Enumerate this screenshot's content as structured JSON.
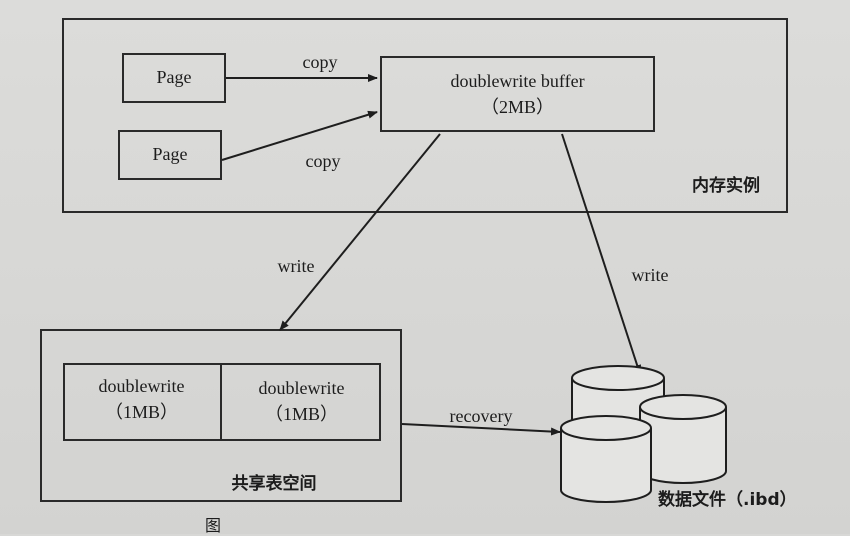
{
  "memory_instance": {
    "label": "内存实例",
    "page_top": "Page",
    "page_bottom": "Page",
    "buffer_title": "doublewrite buffer",
    "buffer_size": "（2MB）"
  },
  "shared_tablespace": {
    "label": "共享表空间",
    "cell_left_title": "doublewrite",
    "cell_left_size": "（1MB）",
    "cell_right_title": "doublewrite",
    "cell_right_size": "（1MB）"
  },
  "data_files": {
    "label": "数据文件（.ibd）"
  },
  "edges": {
    "copy_top": "copy",
    "copy_bottom": "copy",
    "write_left": "write",
    "write_right": "write",
    "recovery": "recovery"
  },
  "caption": "图"
}
